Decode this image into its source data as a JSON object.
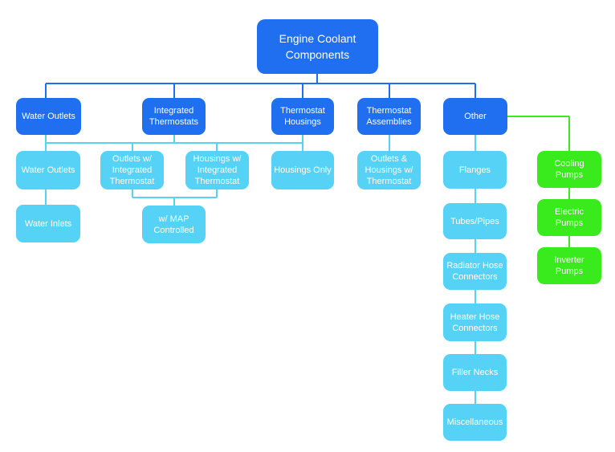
{
  "root": "Engine Coolant\nComponents",
  "categories": {
    "water_outlets": "Water Outlets",
    "integrated_thermostats": "Integrated\nThermostats",
    "thermostat_housings": "Thermostat\nHousings",
    "thermostat_assemblies": "Thermostat\nAssemblies",
    "other": "Other"
  },
  "water_outlets_children": [
    "Water Outlets",
    "Water Inlets"
  ],
  "integrated_children": [
    "Outlets w/\nIntegrated\nThermostat",
    "Housings w/\nIntegrated\nThermostat"
  ],
  "integrated_sub": "w/ MAP\nControlled",
  "housings_children": [
    "Housings Only"
  ],
  "assemblies_children": [
    "Outlets &\nHousings w/\nThermostat"
  ],
  "other_children": [
    "Flanges",
    "Tubes/Pipes",
    "Radiator Hose\nConnectors",
    "Heater Hose\nConnectors",
    "Filler Necks",
    "Miscellaneous"
  ],
  "pumps": [
    "Cooling\nPumps",
    "Electric\nPumps",
    "Inverter\nPumps"
  ],
  "colors": {
    "dark_blue": "#1f6ff0",
    "light_blue": "#56d2f6",
    "green": "#39ea1c",
    "text": "#ffffff"
  }
}
